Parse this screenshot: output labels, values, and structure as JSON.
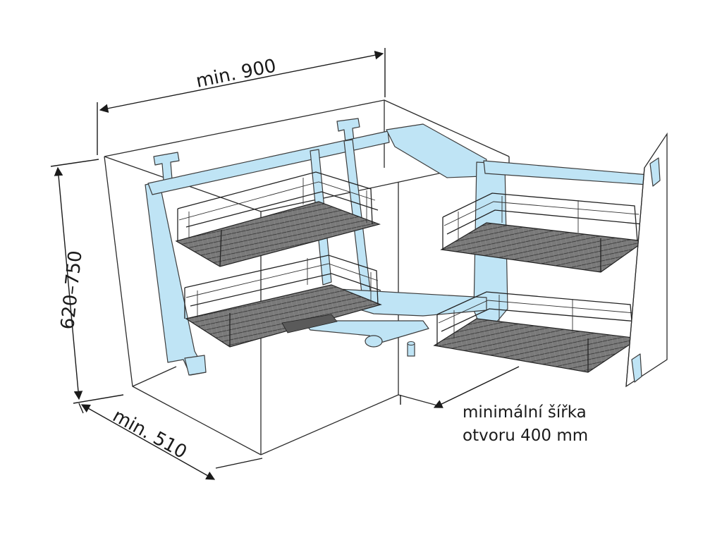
{
  "diagram": {
    "labels": {
      "width_dim": "min. 900",
      "height_dim": "620–750",
      "depth_dim": "min. 510",
      "opening_line1": "minimální šířka",
      "opening_line2": "otvoru 400 mm"
    },
    "colors": {
      "frame": "#bfe4f5",
      "basket_mesh": "#6b6b6b",
      "outline": "#2b2b2b"
    }
  }
}
